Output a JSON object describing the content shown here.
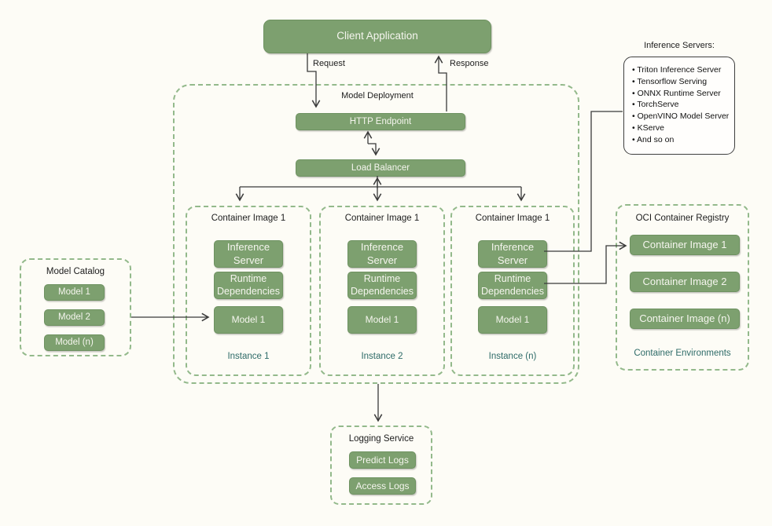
{
  "colors": {
    "node_green": "#7da06f",
    "node_border": "#6e9261",
    "node_text": "#f5f5ee",
    "dashed_border_green": "#93b98b",
    "instance_label_teal": "#2e6b68",
    "connector_line": "#3a3a3a",
    "background": "#fdfcf6",
    "legend_border": "#3f3f3f"
  },
  "client": {
    "label": "Client Application"
  },
  "flow": {
    "request_label": "Request",
    "response_label": "Response"
  },
  "deployment": {
    "title": "Model Deployment",
    "http_endpoint": "HTTP Endpoint",
    "load_balancer": "Load Balancer",
    "instances": [
      {
        "title": "Container Image 1",
        "inference_server": "Inference Server",
        "runtime_dependencies": "Runtime Dependencies",
        "model": "Model 1",
        "label": "Instance 1"
      },
      {
        "title": "Container Image 1",
        "inference_server": "Inference Server",
        "runtime_dependencies": "Runtime Dependencies",
        "model": "Model 1",
        "label": "Instance 2"
      },
      {
        "title": "Container Image 1",
        "inference_server": "Inference Server",
        "runtime_dependencies": "Runtime Dependencies",
        "model": "Model 1",
        "label": "Instance (n)"
      }
    ]
  },
  "model_catalog": {
    "title": "Model Catalog",
    "models": [
      "Model 1",
      "Model 2",
      "Model (n)"
    ]
  },
  "legend": {
    "title": "Inference Servers:",
    "items": [
      "Triton Inference Server",
      "Tensorflow Serving",
      "ONNX Runtime Server",
      "TorchServe",
      "OpenVINO Model Server",
      "KServe",
      "And so on"
    ]
  },
  "registry": {
    "title": "OCI Container Registry",
    "images": [
      "Container Image 1",
      "Container Image 2",
      "Container Image (n)"
    ],
    "footer": "Container Environments"
  },
  "logging": {
    "title": "Logging Service",
    "items": [
      "Predict Logs",
      "Access Logs"
    ]
  }
}
